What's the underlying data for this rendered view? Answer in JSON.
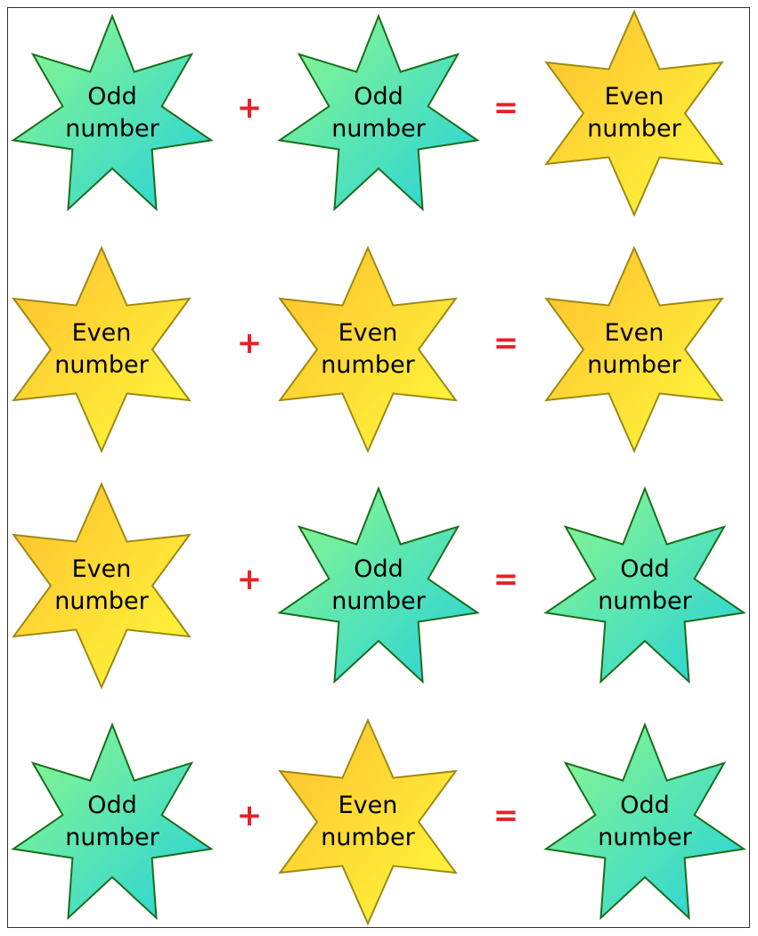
{
  "colors": {
    "odd_fill_start": "#8ff98a",
    "odd_fill_end": "#25d2dc",
    "odd_stroke": "#1b6e1b",
    "even_fill_start": "#ffbf2e",
    "even_fill_end": "#fffa3c",
    "even_stroke": "#9c8a12",
    "operator": "#e8202a"
  },
  "plus_symbol": "+",
  "equals_symbol": "=",
  "equations": [
    {
      "left": {
        "kind": "odd",
        "line1": "Odd",
        "line2": "number"
      },
      "right": {
        "kind": "odd",
        "line1": "Odd",
        "line2": "number"
      },
      "result": {
        "kind": "even",
        "line1": "Even",
        "line2": "number"
      }
    },
    {
      "left": {
        "kind": "even",
        "line1": "Even",
        "line2": "number"
      },
      "right": {
        "kind": "even",
        "line1": "Even",
        "line2": "number"
      },
      "result": {
        "kind": "even",
        "line1": "Even",
        "line2": "number"
      }
    },
    {
      "left": {
        "kind": "even",
        "line1": "Even",
        "line2": "number"
      },
      "right": {
        "kind": "odd",
        "line1": "Odd",
        "line2": "number"
      },
      "result": {
        "kind": "odd",
        "line1": "Odd",
        "line2": "number"
      }
    },
    {
      "left": {
        "kind": "odd",
        "line1": "Odd",
        "line2": "number"
      },
      "right": {
        "kind": "even",
        "line1": "Even",
        "line2": "number"
      },
      "result": {
        "kind": "odd",
        "line1": "Odd",
        "line2": "number"
      }
    }
  ]
}
